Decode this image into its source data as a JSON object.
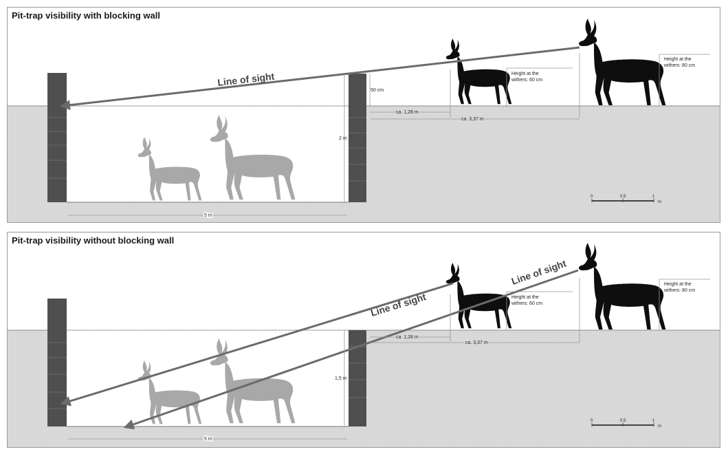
{
  "colors": {
    "ground": "#d8d8d8",
    "pit": "#ffffff",
    "wall": "#4f4f4f",
    "sight_line": "#6b6b6b",
    "black_antelope": "#0e0e0e",
    "grey_antelope": "#a8a8a8"
  },
  "icons": [
    "wall-icon",
    "antelope-silhouette-icon",
    "arrowhead-icon",
    "scale-bar-icon"
  ],
  "panels": [
    {
      "title": "Pit-trap visibility with blocking wall",
      "sight_labels": [
        "Line of sight"
      ],
      "wall_height": "50 cm",
      "depth": "2 m",
      "width": "5 m",
      "dist_near": "ca. 1,28 m",
      "dist_far": "ca. 3,37 m",
      "small_height_label": [
        "Height at the",
        "withers: 60 cm"
      ],
      "large_height_label": [
        "Height at the",
        "withers: 80 cm"
      ],
      "scale": [
        "0",
        "0,5",
        "1",
        "m"
      ]
    },
    {
      "title": "Pit-trap visibility without blocking wall",
      "sight_labels": [
        "Line of sight",
        "Line of sight"
      ],
      "depth": "1,5 m",
      "width": "5 m",
      "dist_near": "ca. 1,28 m",
      "dist_far": "ca. 3,37 m",
      "small_height_label": [
        "Height at the",
        "withers: 60 cm"
      ],
      "large_height_label": [
        "Height at the",
        "withers: 80 cm"
      ],
      "scale": [
        "0",
        "0,5",
        "1",
        "m"
      ]
    }
  ]
}
